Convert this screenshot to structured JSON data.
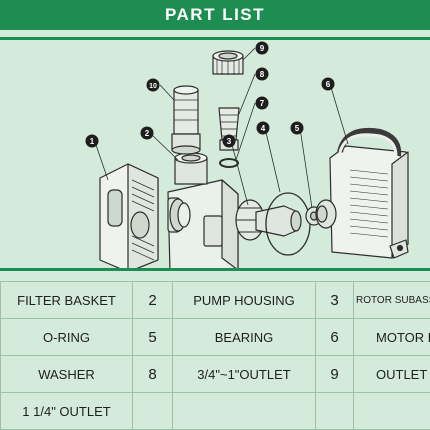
{
  "header": {
    "title": "PART LIST"
  },
  "callouts": [
    "1",
    "2",
    "3",
    "4",
    "5",
    "6",
    "7",
    "8",
    "9",
    "10"
  ],
  "parts_table": {
    "rows": [
      [
        {
          "text": "FILTER BASKET"
        },
        {
          "text": "2"
        },
        {
          "text": "PUMP HOUSING"
        },
        {
          "text": "3"
        },
        {
          "text": "ROTOR SUBASSEMBLY"
        }
      ],
      [
        {
          "text": "O-RING"
        },
        {
          "text": "5"
        },
        {
          "text": "BEARING"
        },
        {
          "text": "6"
        },
        {
          "text": "MOTOR BODY"
        }
      ],
      [
        {
          "text": "WASHER"
        },
        {
          "text": "8"
        },
        {
          "text": "3/4\"~1\"OUTLET"
        },
        {
          "text": "9"
        },
        {
          "text": "OUTLET NUT"
        }
      ],
      [
        {
          "text": "1 1/4\" OUTLET"
        },
        {
          "text": ""
        },
        {
          "text": ""
        },
        {
          "text": ""
        },
        {
          "text": ""
        }
      ]
    ]
  },
  "colors": {
    "header": "#1d8d51",
    "background": "#d4ebdc",
    "callout": "#1e1e1e"
  }
}
